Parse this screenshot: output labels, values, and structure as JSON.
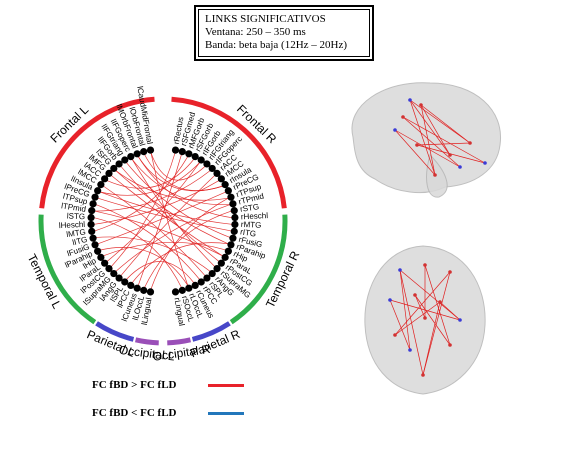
{
  "title_box": {
    "line1": "LINKS SIGNIFICATIVOS",
    "line2": "Ventana: 250 – 350 ms",
    "line3": "Banda: beta baja (12Hz – 20Hz)"
  },
  "sectors": [
    {
      "label": "Frontal L",
      "color": "#e8222a"
    },
    {
      "label": "Frontal R",
      "color": "#e8222a"
    },
    {
      "label": "Temporal L",
      "color": "#2fae4a"
    },
    {
      "label": "Temporal R",
      "color": "#2fae4a"
    },
    {
      "label": "Parietal L",
      "color": "#4747c8"
    },
    {
      "label": "Parietal R",
      "color": "#4747c8"
    },
    {
      "label": "Occipital L",
      "color": "#9a4fb8"
    },
    {
      "label": "Occipital R",
      "color": "#9a4fb8"
    }
  ],
  "left_nodes": [
    "lCaudMidFrontal",
    "lOrbFrontal",
    "lMOrbFrontal",
    "lIFGoperc",
    "lIFGtriang",
    "lIFGorb",
    "lSFG",
    "lMFG",
    "lACC",
    "lMCC",
    "lInsula",
    "lPreCG",
    "lTPsup",
    "lTPmid",
    "lSTG",
    "lHeschl",
    "lMTG",
    "lITG",
    "lFusiG",
    "lParahip",
    "lHip",
    "lParaL",
    "lPostCG",
    "lSupraMG",
    "lAngG",
    "lSPL",
    "lPCC",
    "lCuneus",
    "lLOccL",
    "lLingual"
  ],
  "right_nodes": [
    "rRectus",
    "rSFGmed",
    "rMFGorb",
    "rSFGorb",
    "rIFGorb",
    "rIFGtriang",
    "rIFGoperc",
    "rACC",
    "rMCC",
    "rInsula",
    "rPreCG",
    "rTPsup",
    "rTPmid",
    "rSTG",
    "rHeschl",
    "rMTG",
    "rITG",
    "rFusiG",
    "rParahip",
    "rHip",
    "rParaL",
    "rPostCG",
    "rSupraMG",
    "rAngG",
    "rSPL",
    "rPCC",
    "rCuneus",
    "rLOccL",
    "rSOccL",
    "rLingual"
  ],
  "links": [
    [
      0,
      5
    ],
    [
      1,
      9
    ],
    [
      2,
      14
    ],
    [
      3,
      22
    ],
    [
      4,
      17
    ],
    [
      6,
      11
    ],
    [
      7,
      20
    ],
    [
      8,
      3
    ],
    [
      10,
      15
    ],
    [
      12,
      25
    ],
    [
      13,
      6
    ],
    [
      16,
      2
    ],
    [
      18,
      10
    ],
    [
      19,
      27
    ],
    [
      21,
      4
    ],
    [
      23,
      12
    ],
    [
      24,
      7
    ],
    [
      26,
      18
    ],
    [
      27,
      1
    ],
    [
      28,
      13
    ],
    [
      11,
      16
    ],
    [
      9,
      24
    ],
    [
      15,
      8
    ],
    [
      20,
      19
    ],
    [
      22,
      0
    ],
    [
      25,
      26
    ],
    [
      14,
      28
    ],
    [
      5,
      21
    ],
    [
      17,
      23
    ],
    [
      29,
      11
    ],
    [
      3,
      12
    ],
    [
      6,
      18
    ],
    [
      0,
      27
    ],
    [
      10,
      4
    ],
    [
      2,
      9
    ],
    [
      13,
      20
    ]
  ],
  "link_color": "#e02020",
  "legend": [
    {
      "label": "FC fBD  >  FC fLD",
      "color": "#e8222a"
    },
    {
      "label": "FC fBD  <  FC fLD",
      "color": "#2277bb"
    }
  ],
  "brain_links_top": [
    [
      0,
      5
    ],
    [
      1,
      6
    ],
    [
      2,
      7
    ],
    [
      3,
      8
    ],
    [
      4,
      9
    ],
    [
      0,
      8
    ],
    [
      1,
      9
    ],
    [
      2,
      5
    ],
    [
      3,
      6
    ],
    [
      4,
      7
    ],
    [
      0,
      7
    ],
    [
      2,
      8
    ]
  ],
  "brain_links_bottom": [
    [
      0,
      6
    ],
    [
      1,
      7
    ],
    [
      2,
      8
    ],
    [
      3,
      9
    ],
    [
      4,
      10
    ],
    [
      5,
      11
    ],
    [
      0,
      9
    ],
    [
      1,
      10
    ],
    [
      2,
      11
    ],
    [
      3,
      6
    ],
    [
      4,
      7
    ],
    [
      5,
      8
    ],
    [
      0,
      11
    ],
    [
      5,
      6
    ]
  ]
}
